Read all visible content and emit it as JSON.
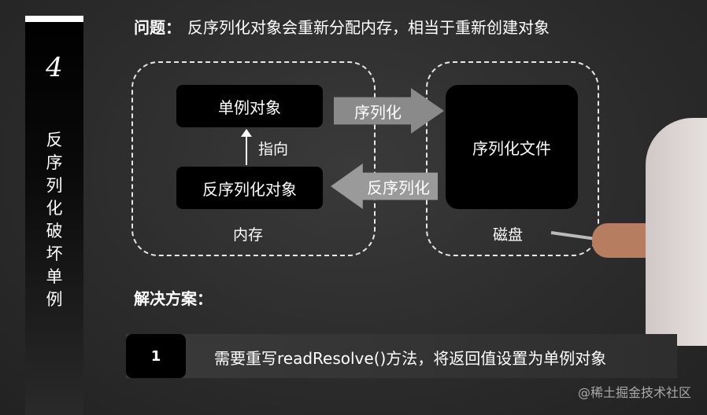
{
  "sidebar": {
    "chapter_number": "4",
    "chapter_title": "反序列化破坏单例"
  },
  "question": {
    "label": "问题：",
    "text": "反序列化对象会重新分配内存，相当于重新创建对象"
  },
  "diagram": {
    "singleton_label": "单例对象",
    "pointto_label": "指向",
    "deserialized_object_label": "反序列化对象",
    "memory_label": "内存",
    "serialize_arrow_label": "序列化",
    "deserialize_arrow_label": "反序列化",
    "file_label": "序列化文件",
    "disk_label": "磁盘"
  },
  "solution": {
    "title": "解决方案：",
    "steps": [
      {
        "number": "1",
        "text": "需要重写readResolve()方法，将返回值设置为单例对象"
      }
    ]
  },
  "watermark": "@稀土掘金技术社区"
}
